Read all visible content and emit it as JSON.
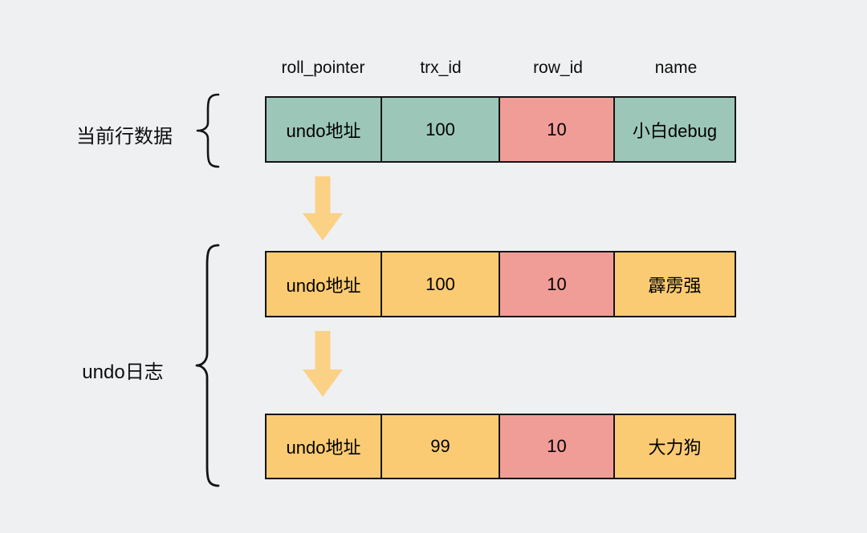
{
  "canvas": {
    "background": "#eff0f2",
    "border_color": "#141414"
  },
  "colors": {
    "teal": "#9cc7b8",
    "pink": "#f09d98",
    "yellow": "#fbcb73",
    "arrow": "#fbd185"
  },
  "labels": {
    "current_row": "当前行数据",
    "undo_log": "undo日志"
  },
  "headers": [
    "roll_pointer",
    "trx_id",
    "row_id",
    "name"
  ],
  "rows": [
    {
      "label": "current-row-data",
      "cells": [
        {
          "text": "undo地址",
          "bg": "#9cc7b8"
        },
        {
          "text": "100",
          "bg": "#9cc7b8"
        },
        {
          "text": "10",
          "bg": "#f09d98"
        },
        {
          "text": "小白debug",
          "bg": "#9cc7b8"
        }
      ]
    },
    {
      "label": "undo-log-entry-1",
      "cells": [
        {
          "text": "undo地址",
          "bg": "#fbcb73"
        },
        {
          "text": "100",
          "bg": "#fbcb73"
        },
        {
          "text": "10",
          "bg": "#f09d98"
        },
        {
          "text": "霹雳强",
          "bg": "#fbcb73"
        }
      ]
    },
    {
      "label": "undo-log-entry-2",
      "cells": [
        {
          "text": "undo地址",
          "bg": "#fbcb73"
        },
        {
          "text": "99",
          "bg": "#fbcb73"
        },
        {
          "text": "10",
          "bg": "#f09d98"
        },
        {
          "text": "大力狗",
          "bg": "#fbcb73"
        }
      ]
    }
  ]
}
